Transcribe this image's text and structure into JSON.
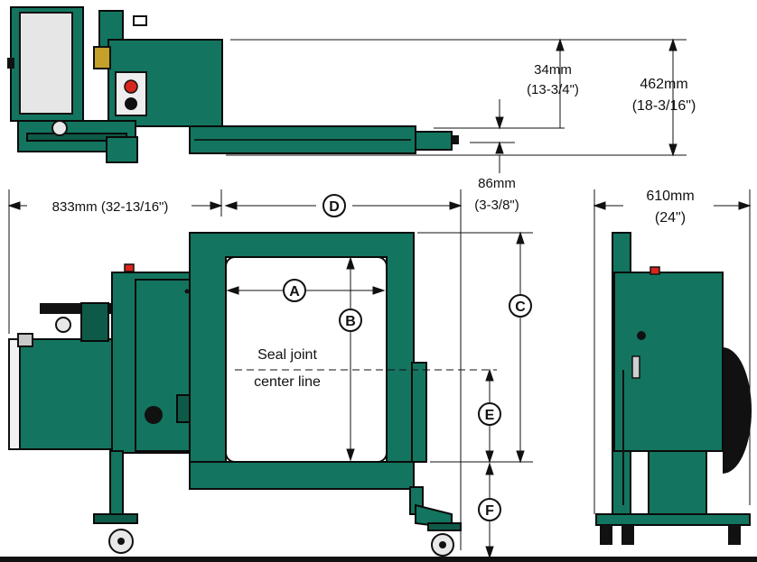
{
  "dimensions": {
    "top_34": "34mm",
    "top_34_in": "(13-3/4\")",
    "top_462": "462mm",
    "top_462_in": "(18-3/16\")",
    "top_86": "86mm",
    "top_86_in": "(3-3/8\")",
    "width_833": "833mm (32-13/16\")",
    "width_610": "610mm",
    "width_610_in": "(24\")"
  },
  "labels": {
    "A": "A",
    "B": "B",
    "C": "C",
    "D": "D",
    "E": "E",
    "F": "F"
  },
  "notes": {
    "seal_line_1": "Seal joint",
    "seal_line_2": "center line"
  },
  "colors": {
    "machine_green": "#13755f",
    "outline": "#0a0a0a",
    "button_red": "#d8261c"
  }
}
